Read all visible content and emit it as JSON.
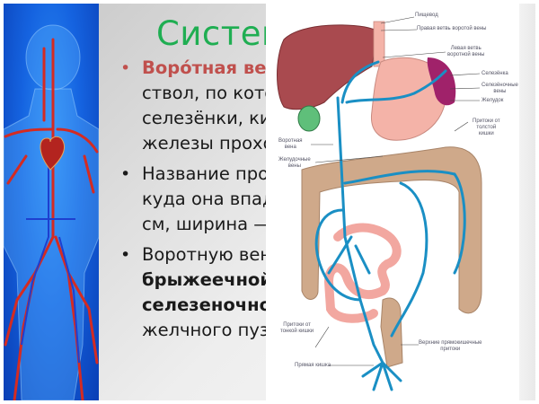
{
  "slide": {
    "title": "Система",
    "bullets": [
      {
        "lines": [
          {
            "text": "Воро́тная вена",
            "style": "red-bold"
          },
          {
            "text": "ствол, по котор",
            "style": "normal"
          },
          {
            "text": "селезёнки, киц",
            "style": "normal"
          },
          {
            "text": "железы прохо,",
            "style": "normal"
          }
        ]
      },
      {
        "lines": [
          {
            "text": "Название прои",
            "style": "normal"
          },
          {
            "text": "куда она впада",
            "style": "normal"
          },
          {
            "text": "см, ширина —",
            "style": "normal"
          }
        ]
      },
      {
        "lines": [
          {
            "text": "Воротную вену",
            "style": "normal"
          },
          {
            "text": "брыжеечной,",
            "style": "bold"
          },
          {
            "text": "селезеночной",
            "style": "bold"
          },
          {
            "text": "желчного пузы",
            "style": "normal"
          }
        ]
      }
    ],
    "colors": {
      "title": "#1fae52",
      "accent_red": "#c0504d",
      "photo_blue": "#1563e0"
    }
  },
  "photo": {
    "icon": "circulatory-system-human-figure"
  },
  "diagram": {
    "labels": {
      "esophagus": "Пищевод",
      "right_branch": "Правая ветвь воротой вены",
      "left_branch_1": "Левая ветвь",
      "left_branch_2": "воротной вены",
      "spleen": "Селезёнка",
      "splenic_veins_1": "Селезёночные",
      "splenic_veins_2": "вены",
      "stomach": "Желудок",
      "colon_trib_1": "Притоки от",
      "colon_trib_2": "толстой",
      "colon_trib_3": "кишки",
      "portal_vein_1": "Воротная",
      "portal_vein_2": "вена",
      "gastric_veins_1": "Желудочные",
      "gastric_veins_2": "вены",
      "small_int_1": "Притоки от",
      "small_int_2": "тонкой кишки",
      "upper_rectal_1": "Верхние прямокишечные",
      "upper_rectal_2": "притоки",
      "rectum": "Прямая кишка"
    },
    "colors": {
      "liver": "#a94a4f",
      "gallbladder": "#5fbf7a",
      "stomach": "#f4b3a8",
      "spleen": "#a0226a",
      "colon": "#cfa98a",
      "small_intestine": "#f2a7a0",
      "vein": "#1a8fc4"
    }
  }
}
